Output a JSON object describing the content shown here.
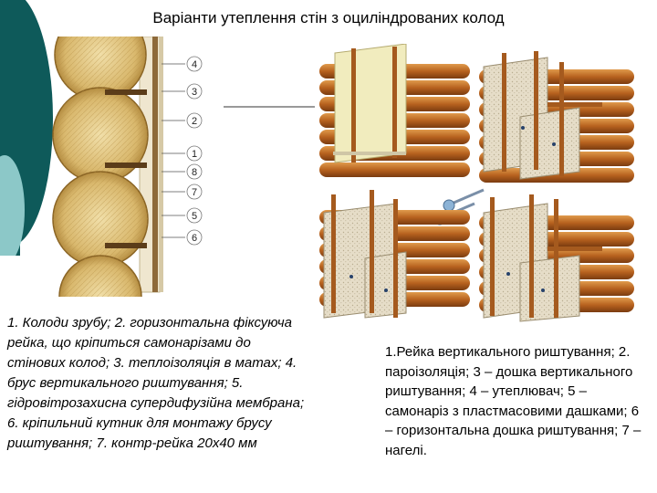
{
  "title": "Варіанти утеплення стін з оциліндрованих колод",
  "log_section": {
    "callouts": [
      "4",
      "3",
      "2",
      "1",
      "8",
      "7",
      "5",
      "6"
    ]
  },
  "caption_left": "1. Колоди зрубу; 2. горизонтальна фіксуюча рейка, що кріпиться самонарізами до стінових колод; 3. теплоізоляція в матах; 4. брус вертикального риштування; 5. гідровітрозахисна супердифузійна мембрана; 6. кріпильний кутник для монтажу брусу риштування; 7. контр-рейка 20х40 мм",
  "caption_right": "1.Рейка вертикального риштування; 2. пароізоляція; 3 – дошка вертикального риштування; 4 – утеплювач; 5 – самонаріз з пластмасовими дашками; 6 – горизонтальна дошка риштування; 7 – нагелі.",
  "colors": {
    "teal_dark": "#0e5a5a",
    "teal_light": "#8cc8c8",
    "log_wood": "#c9a25a",
    "log_end": "#e2c98c",
    "insulation": "#e6ddc8",
    "timber_brown": "#a55a1e"
  }
}
